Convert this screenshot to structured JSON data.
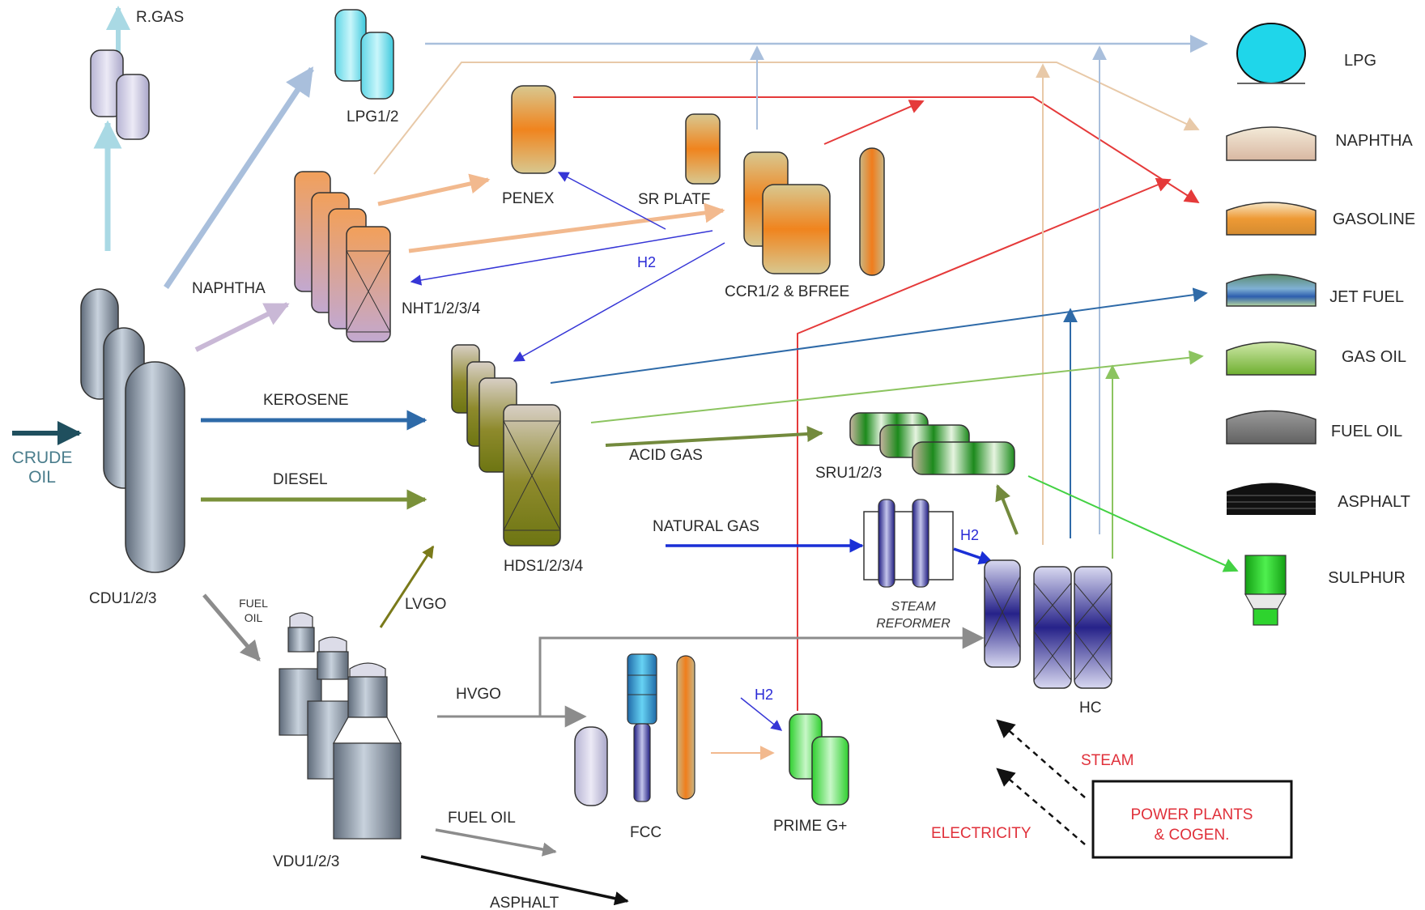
{
  "diagram": {
    "inputs": {
      "crude_oil_line1": "CRUDE",
      "crude_oil_line2": "OIL"
    },
    "units": {
      "r_gas": "R.GAS",
      "lpg": "LPG1/2",
      "penex": "PENEX",
      "sr_platf": "SR PLATF",
      "nht": "NHT1/2/3/4",
      "ccr": "CCR1/2 & BFREE",
      "hds": "HDS1/2/3/4",
      "sru": "SRU1/2/3",
      "cdu": "CDU1/2/3",
      "vdu": "VDU1/2/3",
      "fcc": "FCC",
      "prime_g": "PRIME G+",
      "steam_reformer_line1": "STEAM",
      "steam_reformer_line2": "REFORMER",
      "hc": "HC",
      "power_plants_line1": "POWER  PLANTS",
      "power_plants_line2": "& COGEN."
    },
    "streams": {
      "naphtha": "NAPHTHA",
      "kerosene": "KEROSENE",
      "diesel": "DIESEL",
      "fuel_oil_small_line1": "FUEL",
      "fuel_oil_small_line2": "OIL",
      "lvgo": "LVGO",
      "hvgo": "HVGO",
      "fuel_oil": "FUEL OIL",
      "asphalt": "ASPHALT",
      "acid_gas": "ACID GAS",
      "natural_gas": "NATURAL GAS",
      "h2_ccr": "H2",
      "h2_reformer": "H2",
      "h2_prime": "H2",
      "steam": "STEAM",
      "electricity": "ELECTRICITY"
    },
    "products": [
      {
        "label": "LPG"
      },
      {
        "label": "NAPHTHA"
      },
      {
        "label": "GASOLINE"
      },
      {
        "label": "JET FUEL"
      },
      {
        "label": "GAS OIL"
      },
      {
        "label": "FUEL OIL"
      },
      {
        "label": "ASPHALT"
      },
      {
        "label": "SULPHUR"
      }
    ],
    "colors": {
      "lpg_stream": "#a9bfdc",
      "gas_stream": "#a9d9e4",
      "naphtha_stream": "#f2b98e",
      "naphtha_light": "#e8c9a8",
      "gasoline_stream": "#e53a3a",
      "h2_stream": "#3636d6",
      "kerosene_stream": "#2e6aa8",
      "diesel_stream": "#7a913a",
      "gasoil_stream": "#8cc460",
      "acid_gas_stream": "#738a3d",
      "natural_gas_stream": "#1a2fd6",
      "heavy_stream": "#8c8c8c",
      "asphalt_stream": "#111111",
      "sulphur_stream": "#43d143",
      "utility_text": "#e0303a"
    }
  }
}
